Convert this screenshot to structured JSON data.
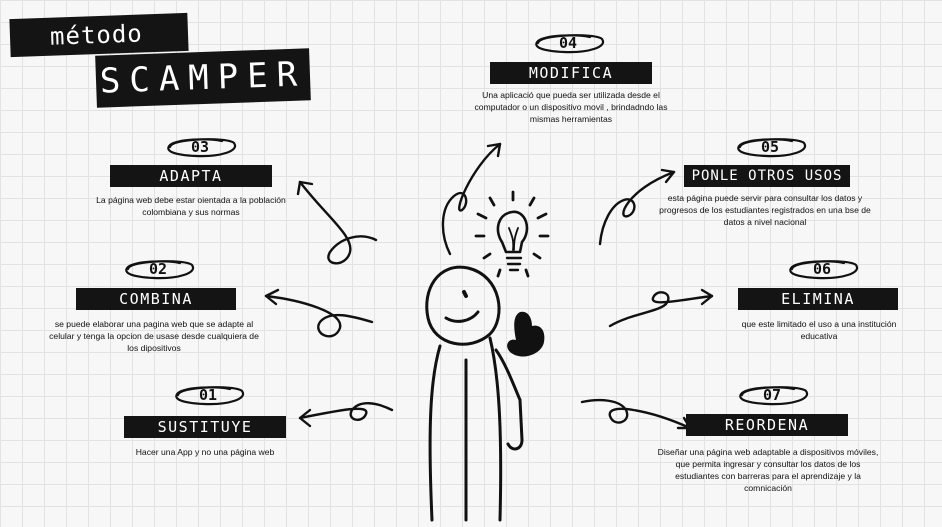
{
  "title": {
    "small": "método",
    "large": "SCAMPER"
  },
  "steps": [
    {
      "number": "01",
      "label": "SUSTITUYE",
      "description": "Hacer una App y no una página web"
    },
    {
      "number": "02",
      "label": "COMBINA",
      "description": "se puede elaborar una pagina web que se adapte al celular y tenga la opcion de usase desde cualquiera de los dipositivos"
    },
    {
      "number": "03",
      "label": "ADAPTA",
      "description": "La página web debe estar oientada a la población colombiana y sus normas"
    },
    {
      "number": "04",
      "label": "MODIFICA",
      "description": "Una aplicació que pueda ser utilizada desde el computador o un dispositivo movil , brindadndo las mismas herramientas"
    },
    {
      "number": "05",
      "label": "PONLE OTROS USOS",
      "description": "esta página puede servir para consultar los datos y progresos de los estudiantes registrados en una bse de datos a nivel nacional"
    },
    {
      "number": "06",
      "label": "ELIMINA",
      "description": "que este limitado el uso a una institución educativa"
    },
    {
      "number": "07",
      "label": "REORDENA",
      "description": "Diseñar una página web adaptable a dispositivos móviles, que permita ingresar y consultar los datos de los estudiantes con  barreras para el aprendizaje y la comnicación"
    }
  ]
}
